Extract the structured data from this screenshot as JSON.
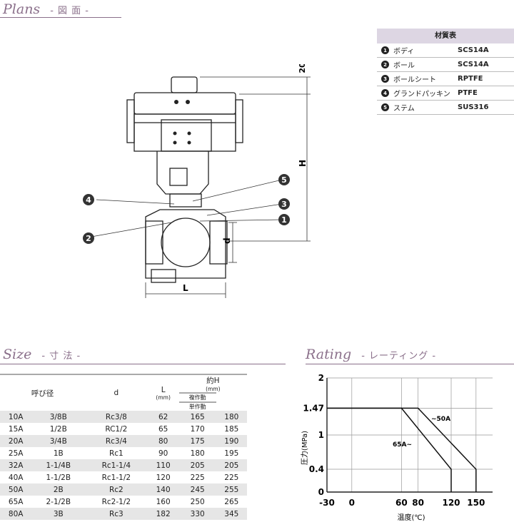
{
  "plans": {
    "title": "Plans",
    "subtitle": "- 図 面 -"
  },
  "materials": {
    "header": "材質表",
    "rows": [
      {
        "num": "1",
        "name": "ボディ",
        "material": "SCS14A"
      },
      {
        "num": "2",
        "name": "ボール",
        "material": "SCS14A"
      },
      {
        "num": "3",
        "name": "ボールシート",
        "material": "RPTFE"
      },
      {
        "num": "4",
        "name": "グランドパッキン",
        "material": "PTFE"
      },
      {
        "num": "5",
        "name": "ステム",
        "material": "SUS316"
      }
    ]
  },
  "drawing": {
    "dim_20": "20",
    "dim_h": "H",
    "dim_d": "d",
    "dim_l": "L",
    "callouts": [
      "1",
      "2",
      "3",
      "4",
      "5"
    ]
  },
  "size": {
    "title": "Size",
    "subtitle": "- 寸 法 -",
    "headers": {
      "nominal": "呼び径",
      "d": "d",
      "l": "L",
      "l_unit": "(mm)",
      "h": "約H",
      "h_unit": "(mm)",
      "double": "複作動",
      "single": "単作動"
    },
    "rows": [
      [
        "10A",
        "3/8B",
        "Rc3/8",
        "62",
        "165",
        "180"
      ],
      [
        "15A",
        "1/2B",
        "RC1/2",
        "65",
        "170",
        "185"
      ],
      [
        "20A",
        "3/4B",
        "Rc3/4",
        "80",
        "175",
        "190"
      ],
      [
        "25A",
        "1B",
        "Rc1",
        "90",
        "180",
        "195"
      ],
      [
        "32A",
        "1-1/4B",
        "Rc1-1/4",
        "110",
        "205",
        "205"
      ],
      [
        "40A",
        "1-1/2B",
        "Rc1-1/2",
        "120",
        "225",
        "225"
      ],
      [
        "50A",
        "2B",
        "Rc2",
        "140",
        "245",
        "255"
      ],
      [
        "65A",
        "2-1/2B",
        "Rc2-1/2",
        "160",
        "250",
        "265"
      ],
      [
        "80A",
        "3B",
        "Rc3",
        "182",
        "330",
        "345"
      ]
    ]
  },
  "rating": {
    "title": "Rating",
    "subtitle": "- レーティング -"
  },
  "chart_data": {
    "type": "line",
    "xlabel": "温度(℃)",
    "ylabel": "圧力(MPa)",
    "xlim": [
      -30,
      170
    ],
    "ylim": [
      0,
      2
    ],
    "xticks": [
      "-30",
      "0",
      "60",
      "80",
      "120",
      "150"
    ],
    "yticks": [
      "0",
      "0.4",
      "1",
      "1.47",
      "2"
    ],
    "series": [
      {
        "name": "~50A",
        "x": [
          -30,
          80,
          150,
          150
        ],
        "y": [
          1.47,
          1.47,
          0.4,
          0
        ]
      },
      {
        "name": "65A~",
        "x": [
          -30,
          60,
          120,
          120
        ],
        "y": [
          1.47,
          1.47,
          0.4,
          0
        ]
      }
    ],
    "grid": true
  },
  "colors": {
    "accent": "#8a6f8a",
    "header_bg": "#ddd6e3"
  }
}
